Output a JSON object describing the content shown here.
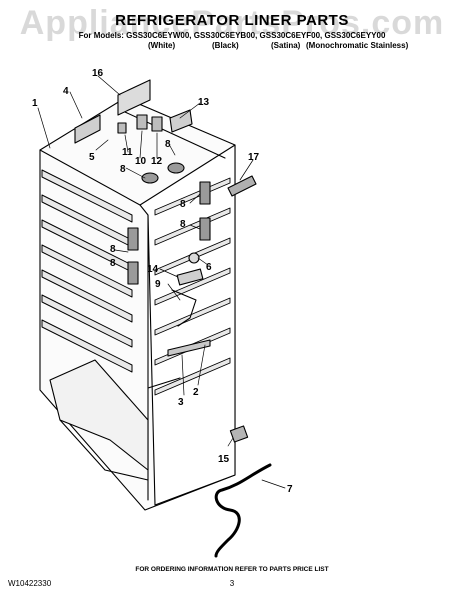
{
  "watermark": "AppliancePartsPros.com",
  "header": {
    "title": "REFRIGERATOR LINER PARTS",
    "models": "For Models: GSS30C6EYW00, GSS30C6EYB00, GSS30C6EYF00, GSS30C6EYY00",
    "variants": [
      "(White)",
      "(Black)",
      "(Satina)",
      "(Monochromatic Stainless)"
    ]
  },
  "callouts": [
    "1",
    "2",
    "3",
    "4",
    "5",
    "6",
    "7",
    "8",
    "8",
    "8",
    "8",
    "8",
    "8",
    "9",
    "10",
    "11",
    "12",
    "13",
    "14",
    "15",
    "16",
    "17"
  ],
  "footer": {
    "ordering_note": "FOR ORDERING INFORMATION REFER TO PARTS PRICE LIST",
    "doc_number": "W10422330",
    "page_number": "3"
  }
}
